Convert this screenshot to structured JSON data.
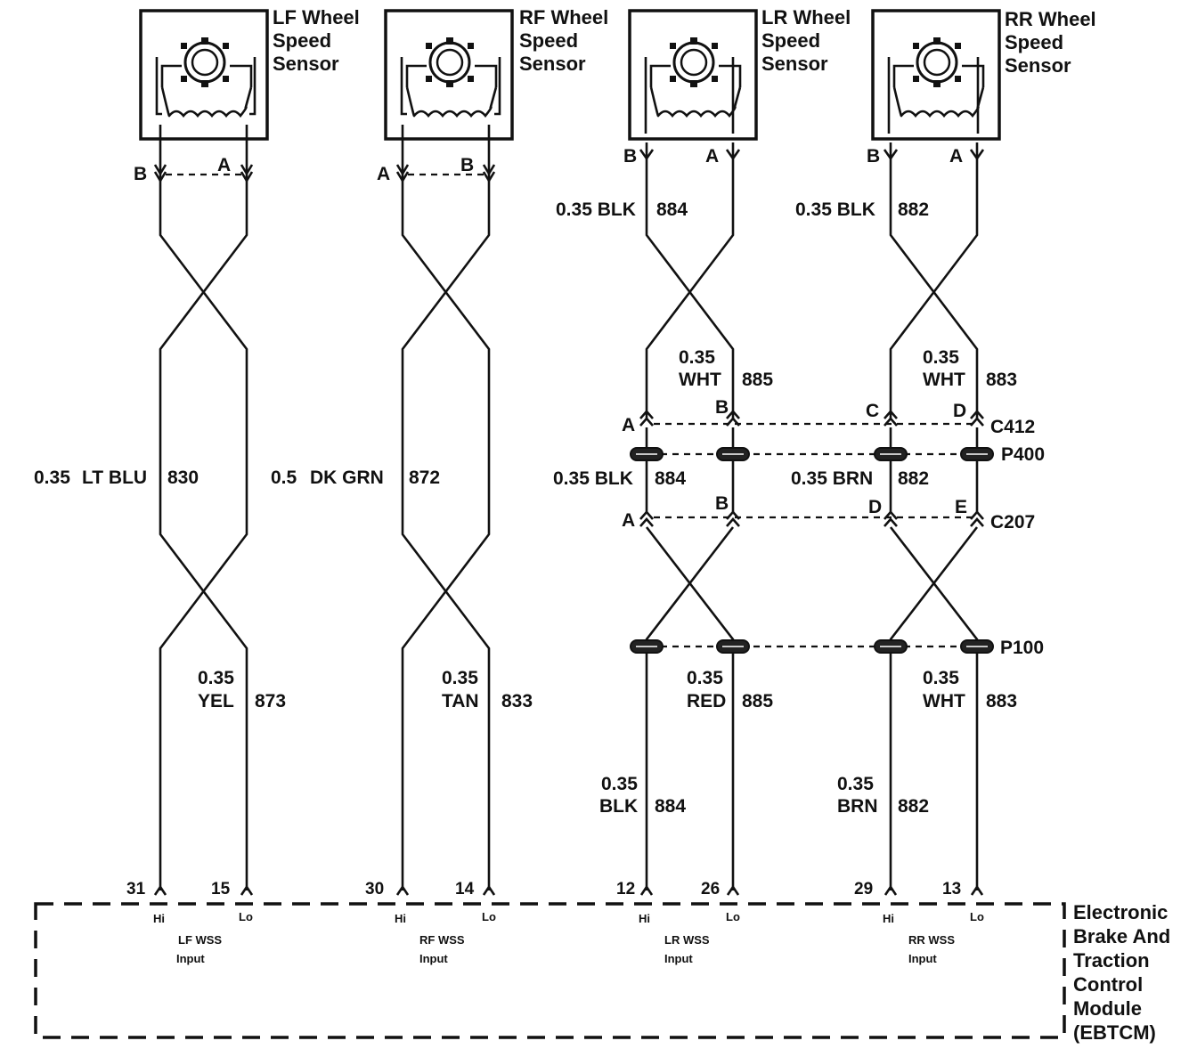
{
  "sensors": [
    {
      "id": "lf",
      "name": [
        "LF Wheel",
        "Speed",
        "Sensor"
      ],
      "pin_left": "B",
      "pin_right": "A"
    },
    {
      "id": "rf",
      "name": [
        "RF Wheel",
        "Speed",
        "Sensor"
      ],
      "pin_left": "A",
      "pin_right": "B"
    },
    {
      "id": "lr",
      "name": [
        "LR Wheel",
        "Speed",
        "Sensor"
      ],
      "pin_left": "B",
      "pin_right": "A"
    },
    {
      "id": "rr",
      "name": [
        "RR Wheel",
        "Speed",
        "Sensor"
      ],
      "pin_left": "B",
      "pin_right": "A"
    }
  ],
  "wires": {
    "lf_twist": {
      "gauge": "0.35",
      "color": "LT BLU",
      "circuit": "830"
    },
    "lf_lo": {
      "gauge": "0.35",
      "color": "YEL",
      "circuit": "873"
    },
    "rf_twist": {
      "gauge": "0.5",
      "color": "DK GRN",
      "circuit": "872"
    },
    "rf_lo": {
      "gauge": "0.35",
      "color": "TAN",
      "circuit": "833"
    },
    "lr_top": {
      "label": "0.35 BLK",
      "circuit": "884"
    },
    "lr_white": {
      "gauge": "0.35",
      "color": "WHT",
      "circuit": "885"
    },
    "lr_mid": {
      "label": "0.35 BLK",
      "circuit": "884"
    },
    "lr_red": {
      "gauge": "0.35",
      "color": "RED",
      "circuit": "885"
    },
    "lr_blk": {
      "gauge": "0.35",
      "color": "BLK",
      "circuit": "884"
    },
    "rr_top": {
      "label": "0.35 BLK",
      "circuit": "882"
    },
    "rr_white": {
      "gauge": "0.35",
      "color": "WHT",
      "circuit": "883"
    },
    "rr_mid": {
      "label": "0.35 BRN",
      "circuit": "882"
    },
    "rr_white_low": {
      "gauge": "0.35",
      "color": "WHT",
      "circuit": "883"
    },
    "rr_brn": {
      "gauge": "0.35",
      "color": "BRN",
      "circuit": "882"
    }
  },
  "connectors": {
    "c412": {
      "name": "C412",
      "pins": [
        "A",
        "B",
        "C",
        "D"
      ]
    },
    "c207": {
      "name": "C207",
      "pins": [
        "A",
        "B",
        "D",
        "E"
      ]
    }
  },
  "splices": {
    "p400": "P400",
    "p100": "P100"
  },
  "module_pins": [
    {
      "hi": "31",
      "lo": "15",
      "input": [
        "LF WSS",
        "Input"
      ]
    },
    {
      "hi": "30",
      "lo": "14",
      "input": [
        "RF WSS",
        "Input"
      ]
    },
    {
      "hi": "12",
      "lo": "26",
      "input": [
        "LR WSS",
        "Input"
      ]
    },
    {
      "hi": "29",
      "lo": "13",
      "input": [
        "RR WSS",
        "Input"
      ]
    }
  ],
  "hi_label": "Hi",
  "lo_label": "Lo",
  "module_name": [
    "Electronic",
    "Brake And",
    "Traction",
    "Control",
    "Module",
    "(EBTCM)"
  ]
}
